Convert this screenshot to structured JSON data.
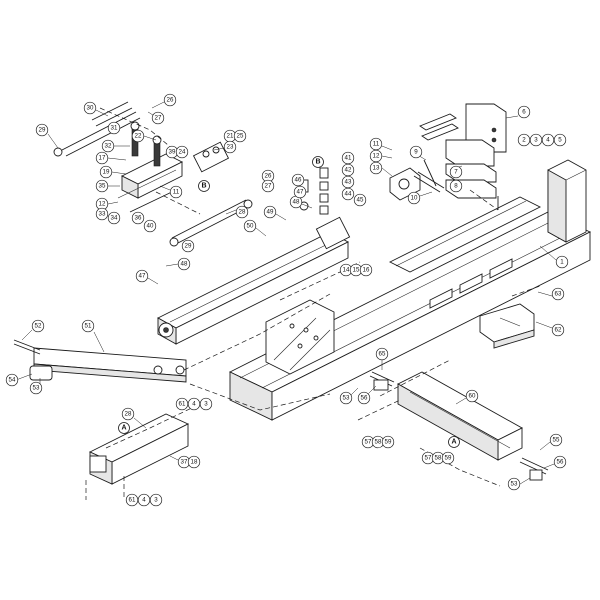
{
  "callouts": [
    {
      "id": "c-30",
      "label": "30"
    },
    {
      "id": "c-26a",
      "label": "26"
    },
    {
      "id": "c-27a",
      "label": "27"
    },
    {
      "id": "c-29a",
      "label": "29"
    },
    {
      "id": "c-31",
      "label": "31"
    },
    {
      "id": "c-22",
      "label": "22"
    },
    {
      "id": "c-32",
      "label": "32"
    },
    {
      "id": "c-39",
      "label": "39"
    },
    {
      "id": "c-24",
      "label": "24"
    },
    {
      "id": "c-21",
      "label": "21"
    },
    {
      "id": "c-25",
      "label": "25"
    },
    {
      "id": "c-23",
      "label": "23"
    },
    {
      "id": "c-17",
      "label": "17"
    },
    {
      "id": "c-19",
      "label": "19"
    },
    {
      "id": "c-35",
      "label": "35"
    },
    {
      "id": "c-11a",
      "label": "11"
    },
    {
      "id": "c-12a",
      "label": "12"
    },
    {
      "id": "c-33",
      "label": "33"
    },
    {
      "id": "c-34",
      "label": "34"
    },
    {
      "id": "c-36",
      "label": "36"
    },
    {
      "id": "c-40",
      "label": "40"
    },
    {
      "id": "c-26b",
      "label": "26"
    },
    {
      "id": "c-27b",
      "label": "27"
    },
    {
      "id": "c-28a",
      "label": "28"
    },
    {
      "id": "c-29b",
      "label": "29"
    },
    {
      "id": "c-49",
      "label": "49"
    },
    {
      "id": "c-50",
      "label": "50"
    },
    {
      "id": "c-48a",
      "label": "48"
    },
    {
      "id": "c-47a",
      "label": "47"
    },
    {
      "id": "c-46",
      "label": "46"
    },
    {
      "id": "c-44",
      "label": "44"
    },
    {
      "id": "c-45",
      "label": "45"
    },
    {
      "id": "c-41",
      "label": "41"
    },
    {
      "id": "c-42",
      "label": "42"
    },
    {
      "id": "c-43",
      "label": "43"
    },
    {
      "id": "c-11b",
      "label": "11"
    },
    {
      "id": "c-12b",
      "label": "12"
    },
    {
      "id": "c-13",
      "label": "13"
    },
    {
      "id": "c-9",
      "label": "9"
    },
    {
      "id": "c-10",
      "label": "10"
    },
    {
      "id": "c-7",
      "label": "7"
    },
    {
      "id": "c-8",
      "label": "8"
    },
    {
      "id": "c-6",
      "label": "6"
    },
    {
      "id": "c-2",
      "label": "2"
    },
    {
      "id": "c-3a",
      "label": "3"
    },
    {
      "id": "c-4a",
      "label": "4"
    },
    {
      "id": "c-5",
      "label": "5"
    },
    {
      "id": "c-1",
      "label": "1"
    },
    {
      "id": "c-48b",
      "label": "48"
    },
    {
      "id": "c-47b",
      "label": "47"
    },
    {
      "id": "c-14",
      "label": "14"
    },
    {
      "id": "c-15",
      "label": "15"
    },
    {
      "id": "c-16",
      "label": "16"
    },
    {
      "id": "c-63",
      "label": "63"
    },
    {
      "id": "c-62",
      "label": "62"
    },
    {
      "id": "c-52",
      "label": "52"
    },
    {
      "id": "c-51",
      "label": "51"
    },
    {
      "id": "c-54",
      "label": "54"
    },
    {
      "id": "c-53a",
      "label": "53"
    },
    {
      "id": "c-61a",
      "label": "61"
    },
    {
      "id": "c-4b",
      "label": "4"
    },
    {
      "id": "c-3b",
      "label": "3"
    },
    {
      "id": "c-65",
      "label": "65"
    },
    {
      "id": "c-53b",
      "label": "53"
    },
    {
      "id": "c-56a",
      "label": "56"
    },
    {
      "id": "c-60",
      "label": "60"
    },
    {
      "id": "c-28b",
      "label": "28"
    },
    {
      "id": "c-57a",
      "label": "57"
    },
    {
      "id": "c-58a",
      "label": "58"
    },
    {
      "id": "c-59a",
      "label": "59"
    },
    {
      "id": "c-37",
      "label": "37"
    },
    {
      "id": "c-18",
      "label": "18"
    },
    {
      "id": "c-61b",
      "label": "61"
    },
    {
      "id": "c-4c",
      "label": "4"
    },
    {
      "id": "c-3c",
      "label": "3"
    },
    {
      "id": "c-57b",
      "label": "57"
    },
    {
      "id": "c-58b",
      "label": "58"
    },
    {
      "id": "c-59b",
      "label": "59"
    },
    {
      "id": "c-55",
      "label": "55"
    },
    {
      "id": "c-56b",
      "label": "56"
    },
    {
      "id": "c-53c",
      "label": "53"
    }
  ],
  "reference_marks": [
    {
      "id": "m-b1",
      "label": "B"
    },
    {
      "id": "m-b2",
      "label": "B"
    },
    {
      "id": "m-a1",
      "label": "A"
    },
    {
      "id": "m-a2",
      "label": "A"
    }
  ]
}
